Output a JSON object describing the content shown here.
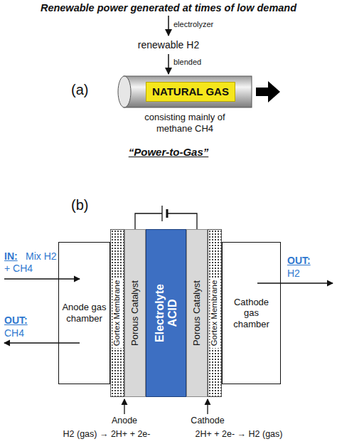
{
  "diagram": {
    "nodes": [
      {
        "text": [
          "NATURAL GAS"
        ]
      },
      {
        "text": [
          "Anode gas chamber"
        ]
      },
      {
        "text": [
          "Gortex Membrane"
        ]
      },
      {
        "text": [
          "Porous Catalyst"
        ]
      },
      {
        "text": [
          "Electrolyte ACID"
        ]
      },
      {
        "text": [
          "Porous Catalyst"
        ]
      },
      {
        "text": [
          "Gortex Membrane"
        ]
      },
      {
        "text": [
          "Cathode gas chamber"
        ]
      }
    ],
    "labels": [
      "Renewable power generated at times of low demand",
      "electrolyzer",
      "renewable H2",
      "blended",
      "(a)",
      "consisting mainly of methane CH4",
      "“Power-to-Gas”",
      "(b)",
      "IN:",
      "Mix H2 + CH4",
      "OUT:",
      "CH4",
      "OUT:",
      "H2",
      "Anode",
      "H2 (gas) → 2H+ + 2e-",
      "Cathode",
      "2H+ + 2e- → H2 (gas)"
    ]
  }
}
